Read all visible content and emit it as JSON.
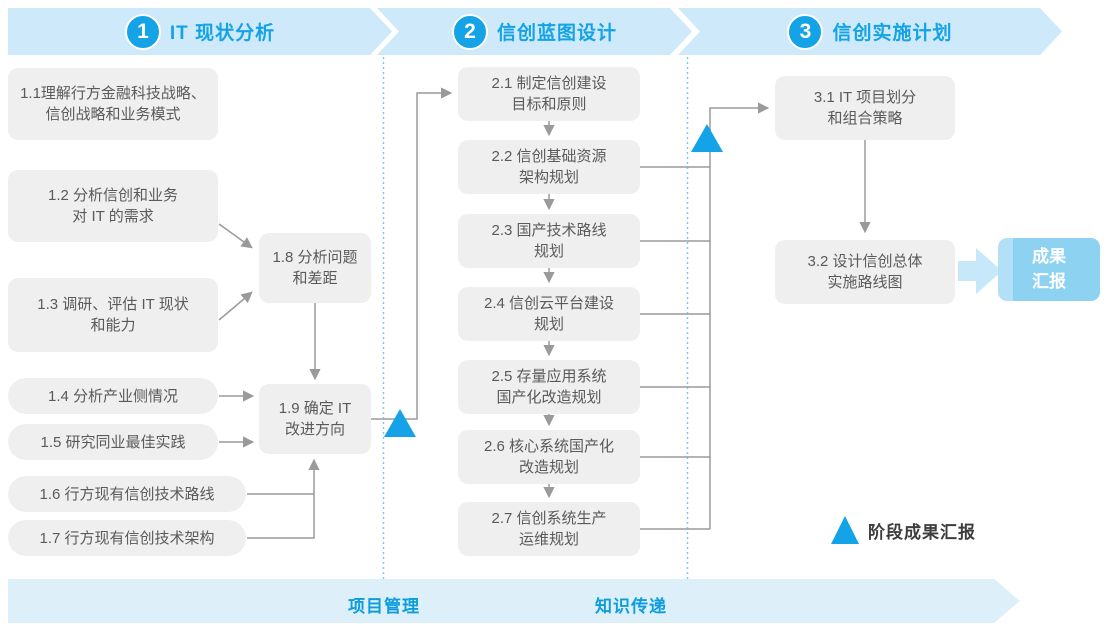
{
  "banners": [
    {
      "number": "1",
      "title": "IT 现状分析"
    },
    {
      "number": "2",
      "title": "信创蓝图设计"
    },
    {
      "number": "3",
      "title": "信创实施计划"
    }
  ],
  "phase1": {
    "s11": "1.1理解行方金融科技战略、\n信创战略和业务模式",
    "s12": "1.2 分析信创和业务\n对 IT 的需求",
    "s13": "1.3 调研、评估 IT 现状\n和能力",
    "s14": "1.4 分析产业侧情况",
    "s15": "1.5 研究同业最佳实践",
    "s16": "1.6 行方现有信创技术路线",
    "s17": "1.7 行方现有信创技术架构",
    "s18": "1.8 分析问题\n和差距",
    "s19": "1.9 确定 IT\n改进方向"
  },
  "phase2": {
    "s21": "2.1 制定信创建设\n目标和原则",
    "s22": "2.2 信创基础资源\n架构规划",
    "s23": "2.3 国产技术路线\n规划",
    "s24": "2.4 信创云平台建设\n规划",
    "s25": "2.5 存量应用系统\n国产化改造规划",
    "s26": "2.6 核心系统国产化\n改造规划",
    "s27": "2.7 信创系统生产\n运维规划"
  },
  "phase3": {
    "s31": "3.1 IT 项目划分\n和组合策略",
    "s32": "3.2 设计信创总体\n实施路线图",
    "result": "成果\n汇报"
  },
  "legend": {
    "label": "阶段成果汇报"
  },
  "footer": {
    "left": "项目管理",
    "right": "知识传递"
  },
  "colors": {
    "accent_blue": "#14a3e6",
    "band_blue": "#cde9fa",
    "box_gray": "#efefef",
    "result_blue": "#8ed2f1",
    "result_arrow_blue": "#c7e8f8",
    "footer_band_blue": "#ddeff9",
    "connector_gray": "#9a9a9a",
    "dotted_divider_blue": "#79c9ed"
  }
}
